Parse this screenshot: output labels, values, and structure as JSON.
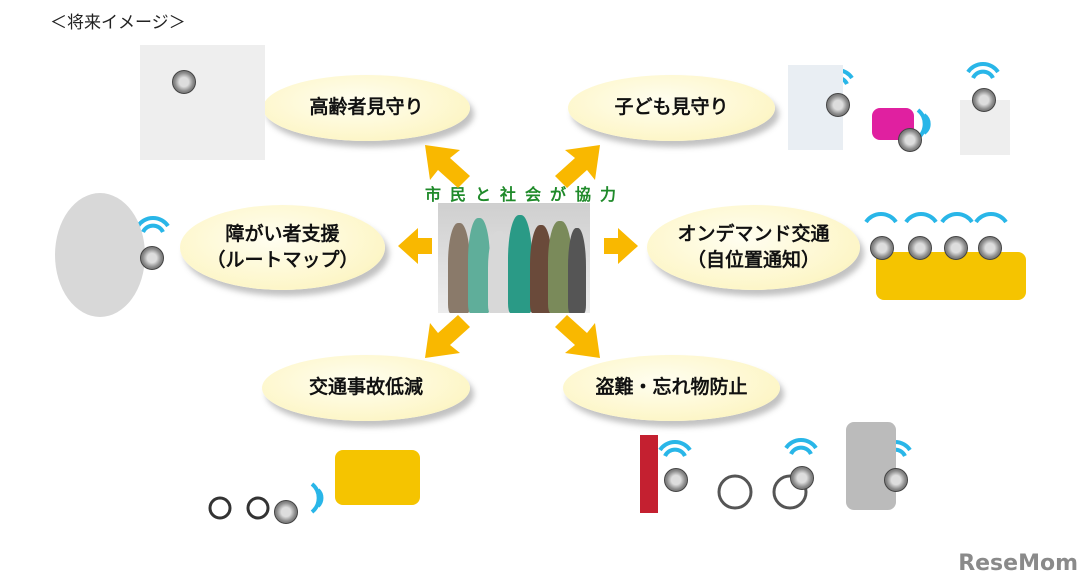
{
  "title": "＜将来イメージ＞",
  "center": {
    "label": "市民と社会が協力"
  },
  "bubbles": {
    "elderly": "高齢者見守り",
    "children": "子ども見守り",
    "disabled_line1": "障がい者支援",
    "disabled_line2": "（ルートマップ）",
    "ondemand_line1": "オンデマンド交通",
    "ondemand_line2": "（自位置通知）",
    "accident": "交通事故低減",
    "theft": "盗難・忘れ物防止"
  },
  "colors": {
    "arrow": "#f9b800",
    "center_text": "#1f8a2a",
    "bubble": "#fdf6c8",
    "wifi": "#29b6e8"
  },
  "watermark": "ReseMom"
}
